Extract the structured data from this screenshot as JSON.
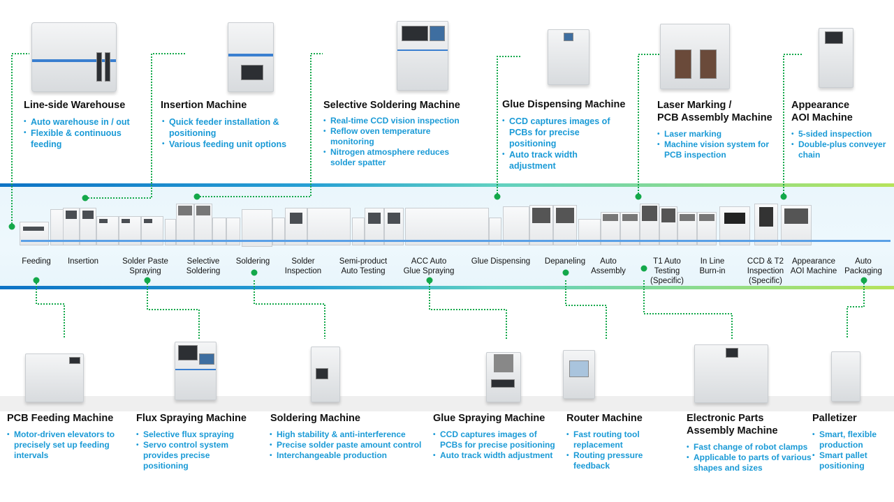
{
  "top_machines": [
    {
      "title": "Line-side Warehouse",
      "bullets": [
        "Auto warehouse in / out",
        "Flexible & continuous feeding"
      ]
    },
    {
      "title": "Insertion Machine",
      "bullets": [
        "Quick feeder installation & positioning",
        "Various feeding unit options"
      ]
    },
    {
      "title": "Selective Soldering Machine",
      "bullets": [
        "Real-time CCD vision inspection",
        "Reflow oven temperature monitoring",
        "Nitrogen atmosphere reduces solder spatter"
      ]
    },
    {
      "title": "Glue Dispensing Machine",
      "bullets": [
        "CCD captures images of PCBs for precise positioning",
        "Auto track width adjustment"
      ]
    },
    {
      "title_lines": [
        "Laser Marking /",
        "PCB Assembly Machine"
      ],
      "bullets": [
        "Laser marking",
        "Machine vision system for PCB inspection"
      ]
    },
    {
      "title_lines": [
        "Appearance",
        "AOI Machine"
      ],
      "bullets": [
        "5-sided inspection",
        "Double-plus conveyer chain"
      ]
    }
  ],
  "stages": [
    {
      "lines": [
        "Feeding"
      ]
    },
    {
      "lines": [
        "Insertion"
      ]
    },
    {
      "lines": [
        "Solder Paste",
        "Spraying"
      ]
    },
    {
      "lines": [
        "Selective",
        "Soldering"
      ]
    },
    {
      "lines": [
        "Soldering"
      ]
    },
    {
      "lines": [
        "Solder",
        "Inspection"
      ]
    },
    {
      "lines": [
        "Semi-product",
        "Auto Testing"
      ]
    },
    {
      "lines": [
        "ACC Auto",
        "Glue Spraying"
      ]
    },
    {
      "lines": [
        "Glue Dispensing"
      ]
    },
    {
      "lines": [
        "Depaneling"
      ]
    },
    {
      "lines": [
        "Auto",
        "Assembly"
      ]
    },
    {
      "lines": [
        "T1 Auto",
        "Testing",
        "(Specific)"
      ]
    },
    {
      "lines": [
        "In Line",
        "Burn-in"
      ]
    },
    {
      "lines": [
        "CCD & T2",
        "Inspection",
        "(Specific)"
      ]
    },
    {
      "lines": [
        "Appearance",
        "AOI Machine"
      ]
    },
    {
      "lines": [
        "Auto",
        "Packaging"
      ]
    }
  ],
  "bottom_machines": [
    {
      "title": "PCB Feeding Machine",
      "bullets": [
        "Motor-driven elevators to precisely set up feeding intervals"
      ]
    },
    {
      "title": "Flux Spraying Machine",
      "bullets": [
        "Selective flux spraying",
        "Servo control system provides precise positioning"
      ]
    },
    {
      "title": "Soldering Machine",
      "bullets": [
        "High stability & anti-interference",
        "Precise solder paste amount control",
        "Interchangeable production"
      ]
    },
    {
      "title": "Glue Spraying Machine",
      "bullets": [
        "CCD captures images of PCBs for precise positioning",
        "Auto track width adjustment"
      ]
    },
    {
      "title": "Router Machine",
      "bullets": [
        "Fast routing  tool replacement",
        "Routing pressure feedback"
      ]
    },
    {
      "title_lines": [
        "Electronic Parts",
        "Assembly Machine"
      ],
      "bullets": [
        "Fast change of robot clamps",
        "Applicable to parts of various shapes and sizes"
      ]
    },
    {
      "title": "Palletizer",
      "bullets": [
        "Smart, flexible production",
        "Smart pallet positioning"
      ]
    }
  ],
  "colors": {
    "accent_blue": "#1a9ad6",
    "leader_green": "#13a84a",
    "title_black": "#111111"
  }
}
